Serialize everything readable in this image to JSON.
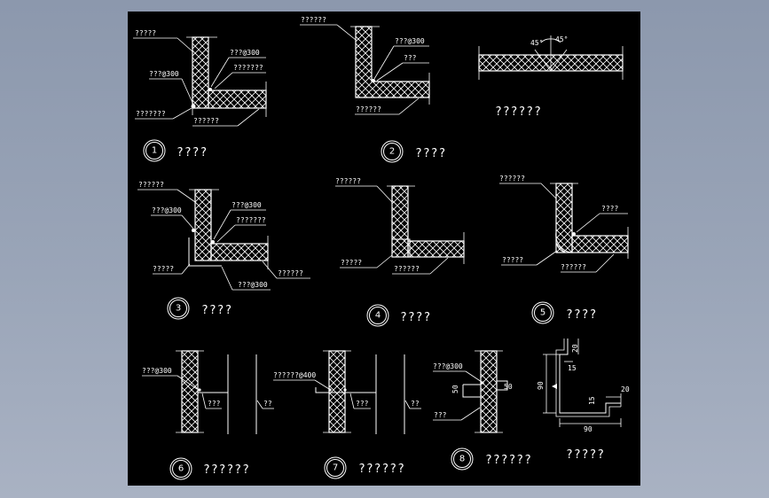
{
  "colors": {
    "panel": "#000000",
    "line": "#ffffff",
    "outer": "#9aa5b8"
  },
  "details": [
    {
      "number": "1",
      "title": "????",
      "labels": [
        "?????",
        "???@300",
        "???@300",
        "???????",
        "???????",
        "??????"
      ]
    },
    {
      "number": "2",
      "title": "????",
      "labels": [
        "??????",
        "???@300",
        "???",
        "??????"
      ]
    },
    {
      "title": "??????",
      "labels": [
        "45°",
        "45°"
      ]
    },
    {
      "number": "3",
      "title": "????",
      "labels": [
        "??????",
        "???@300",
        "???@300",
        "???????",
        "?????",
        "??????",
        "???@300"
      ]
    },
    {
      "number": "4",
      "title": "????",
      "labels": [
        "??????",
        "?????",
        "??????"
      ]
    },
    {
      "number": "5",
      "title": "????",
      "labels": [
        "??????",
        "????",
        "?????",
        "??????"
      ]
    },
    {
      "number": "6",
      "title": "??????",
      "labels": [
        "???@300",
        "???",
        "??"
      ]
    },
    {
      "number": "7",
      "title": "??????",
      "labels": [
        "??????@400",
        "???",
        "??"
      ]
    },
    {
      "number": "8",
      "title": "??????",
      "labels": [
        "???@300",
        "50",
        "50",
        "???"
      ]
    },
    {
      "title": "?????",
      "labels": [
        "20",
        "15",
        "90",
        "15",
        "20",
        "90"
      ]
    }
  ]
}
